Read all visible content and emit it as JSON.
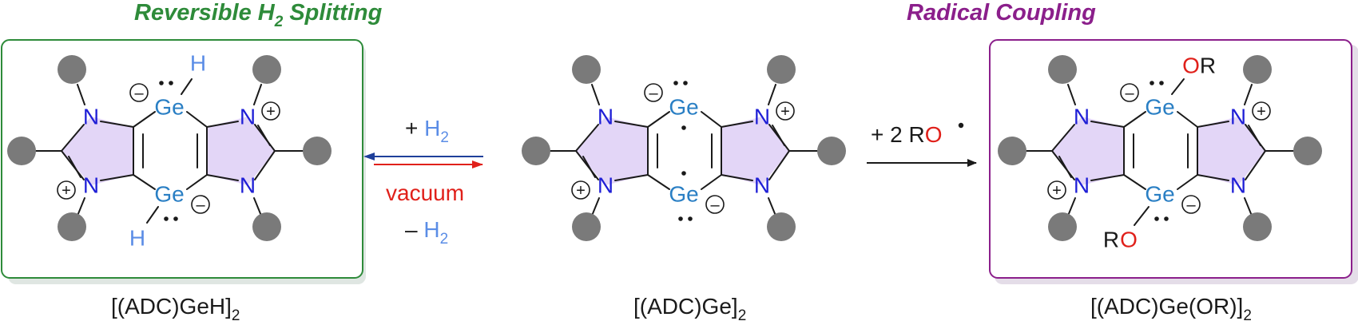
{
  "titles": {
    "left": "Reversible H",
    "left_sub": "2",
    "left_tail": " Splitting",
    "right": "Radical Coupling"
  },
  "labels": {
    "hydride_pre": "[(ADC)GeH]",
    "hydride_sub": "2",
    "germylene_pre": "[(ADC)Ge]",
    "germylene_sub": "2",
    "alkoxide_pre": "[(ADC)Ge(OR)]",
    "alkoxide_sub": "2"
  },
  "arrows": {
    "forward_pre": "+ ",
    "forward_h": "H",
    "forward_sub": "2",
    "vacuum": "vacuum",
    "reverse_pre": "– ",
    "reverse_h": "H",
    "reverse_sub": "2",
    "radical_pre": "+ 2 R",
    "radical_o": "O"
  },
  "atoms": {
    "ge": "Ge",
    "n": "N",
    "h": "H",
    "plus": "+",
    "minus": "–",
    "o": "O",
    "r": "R"
  },
  "colors": {
    "green": "#2e8b3a",
    "purple": "#8b1f8b",
    "ge_blue": "#2a7fc4",
    "n_blue": "#1f1fd6",
    "h_blue": "#5b8de6",
    "oxygen_red": "#e0201a",
    "ring_fill": "#e3d6f7",
    "ball_gray": "#7a7a7a",
    "arrow_blue": "#1f3f9a",
    "arrow_red": "#e0201a"
  }
}
